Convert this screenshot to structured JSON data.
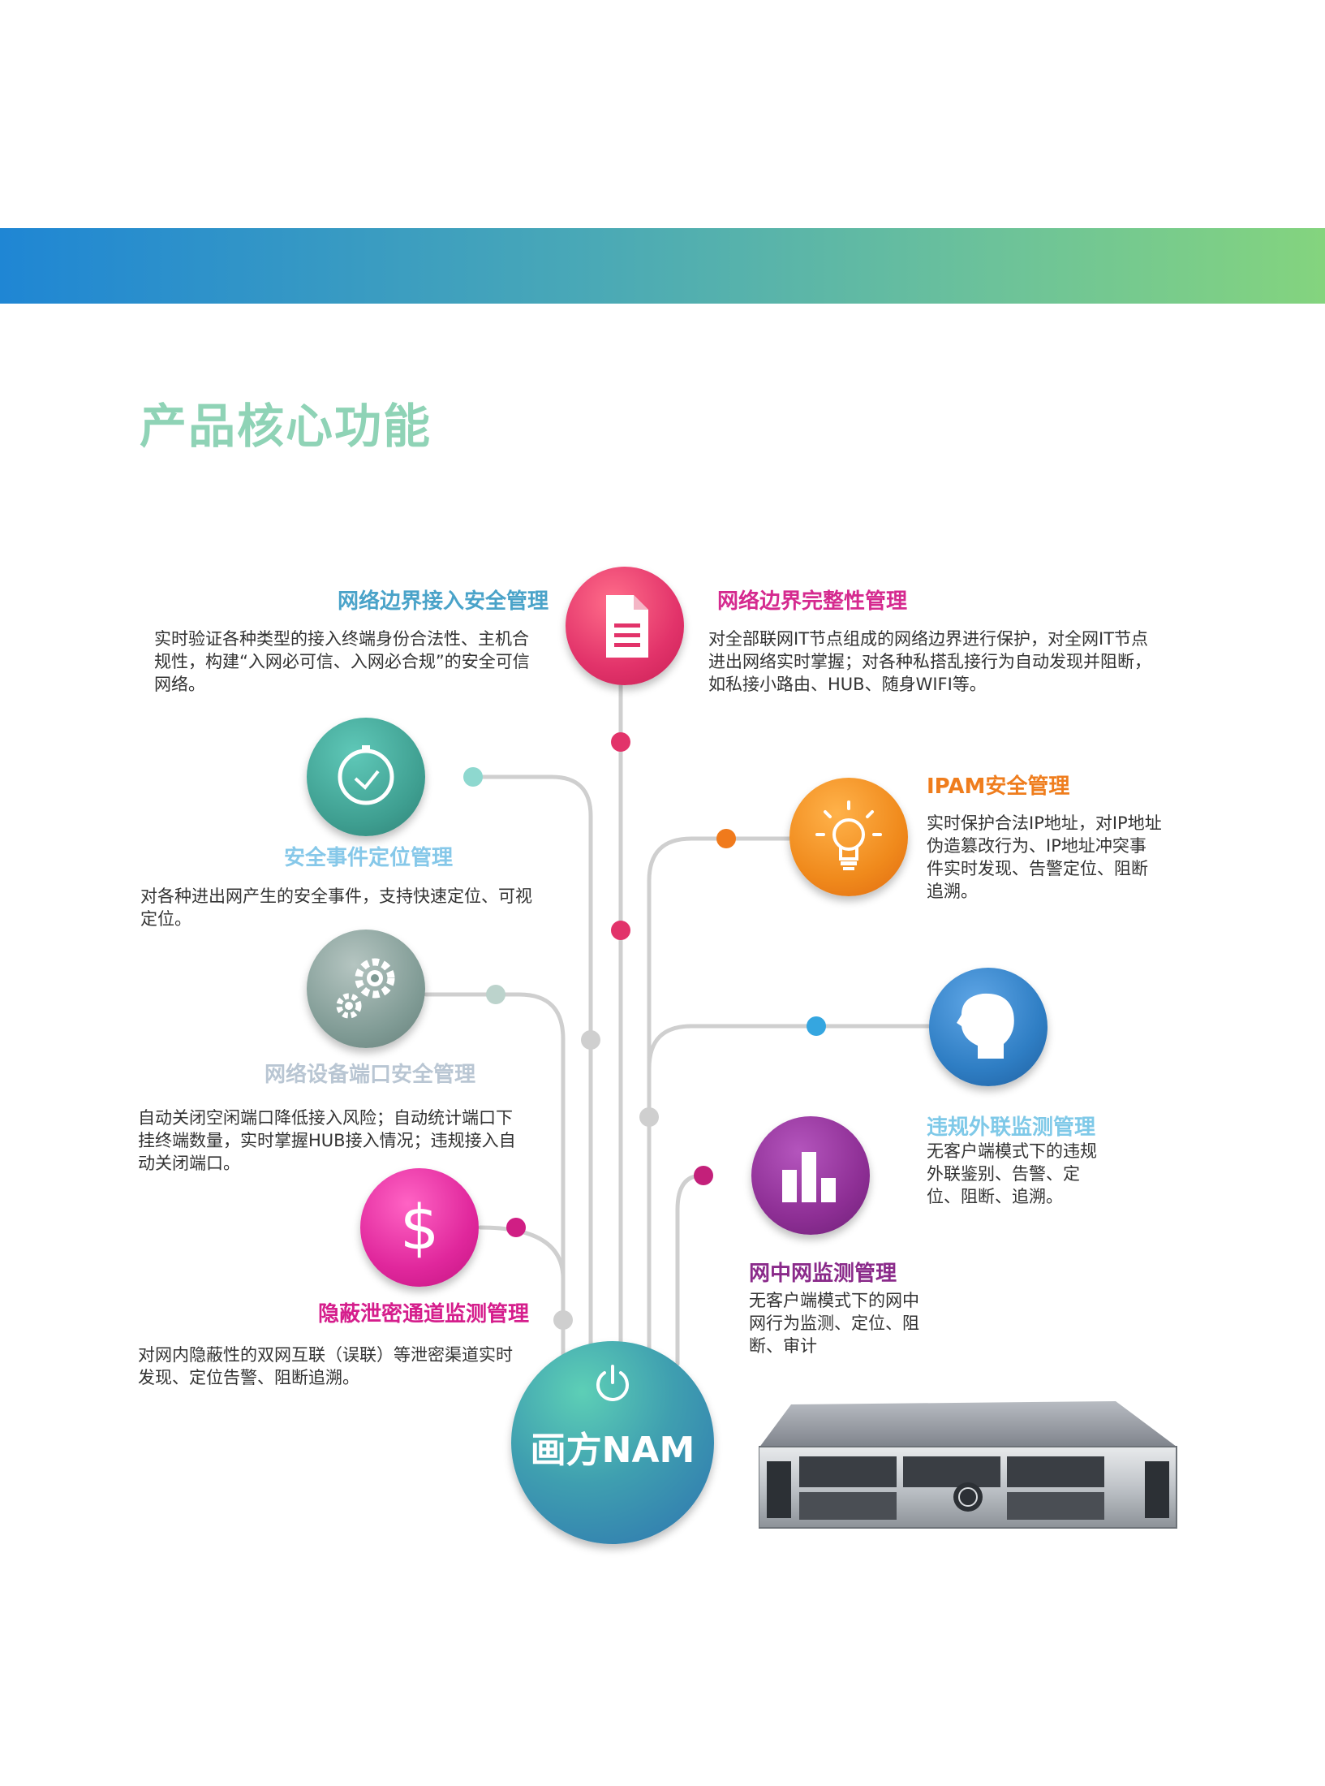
{
  "section_title": "产品核心功能",
  "center": {
    "label": "画方NAM",
    "icon": "power-icon"
  },
  "colors": {
    "teal": "#4fb6a6",
    "pink": "#e2336a",
    "orange": "#f08a1c",
    "blue": "#2f7ec4",
    "purple": "#8e2f95",
    "magenta": "#e0279c",
    "light_blue": "#7fc9e8",
    "gray_connector": "#c9c9c9"
  },
  "features": [
    {
      "title": "网络边界接入安全管理",
      "desc": "实时验证各种类型的接入终端身份合法性、主机合规性，构建“入网必可信、入网必合规”的安全可信网络。"
    },
    {
      "title": "网络边界完整性管理",
      "desc": "对全部联网IT节点组成的网络边界进行保护，对全网IT节点进出网络实时掌握；对各种私搭乱接行为自动发现并阻断，如私接小路由、HUB、随身WIFI等。",
      "icon": "document-icon"
    },
    {
      "title": "安全事件定位管理",
      "desc": "对各种进出网产生的安全事件，支持快速定位、可视定位。",
      "icon": "clock-icon"
    },
    {
      "title": "IPAM安全管理",
      "desc": "实时保护合法IP地址，对IP地址伪造篡改行为、IP地址冲突事件实时发现、告警定位、阻断追溯。",
      "icon": "lightbulb-icon"
    },
    {
      "title": "网络设备端口安全管理",
      "desc": "自动关闭空闲端口降低接入风险；自动统计端口下挂终端数量，实时掌握HUB接入情况；违规接入自动关闭端口。",
      "icon": "gears-icon"
    },
    {
      "title": "违规外联监测管理",
      "desc": "无客户端模式下的违规外联鉴别、告警、定位、阻断、追溯。",
      "icon": "head-icon"
    },
    {
      "title": "隐蔽泄密通道监测管理",
      "desc": "对网内隐蔽性的双网互联（误联）等泄密渠道实时发现、定位告警、阻断追溯。",
      "icon": "dollar-icon"
    },
    {
      "title": "网中网监测管理",
      "desc": "无客户端模式下的网中网行为监测、定位、阻断、审计",
      "icon": "bar-chart-icon"
    }
  ],
  "product_image": "server-icon"
}
